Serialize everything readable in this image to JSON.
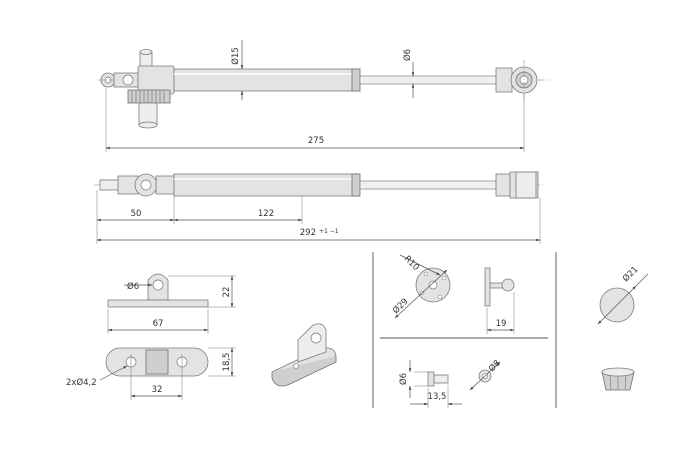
{
  "dimensions": {
    "main_dia": "Ø15",
    "rod_dia": "Ø6",
    "top_length": "275",
    "left_length": "50",
    "mid_length": "122",
    "total_length": "292",
    "total_tolerance": "+1 −1",
    "bracket_pin_dia": "Ø6",
    "bracket_height": "22",
    "bracket_width": "67",
    "holes": "2xØ4,2",
    "hole_pitch": "32",
    "base_height": "18,5",
    "plate_radius": "R10",
    "plate_dia": "Ø29",
    "stud_length": "19",
    "cap_dia": "Ø21",
    "pin_dia": "Ø6",
    "pin_length": "13,5",
    "ring_dia": "Ø8"
  }
}
